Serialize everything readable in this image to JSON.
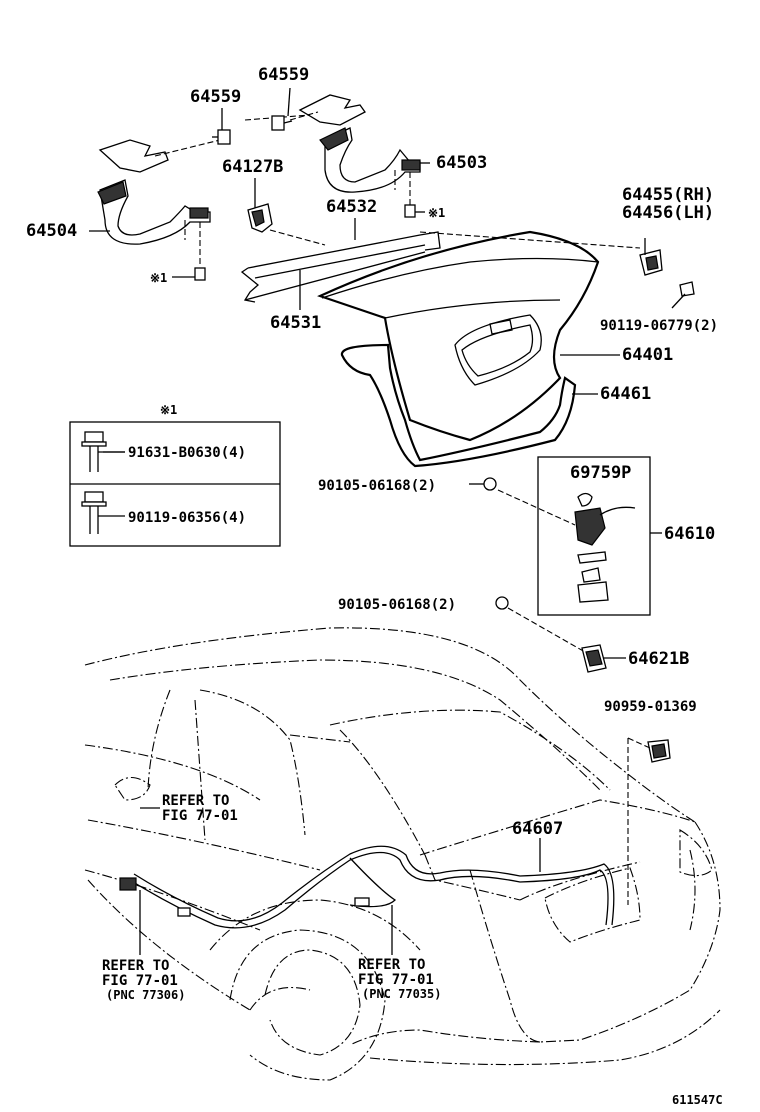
{
  "callouts": {
    "p64559a": "64559",
    "p64559b": "64559",
    "p64127b": "64127B",
    "p64503": "64503",
    "p64504": "64504",
    "p64532": "64532",
    "p64531": "64531",
    "p64455": "64455(RH)",
    "p64456": "64456(LH)",
    "p90119_06779": "90119-06779(2)",
    "p64401": "64401",
    "p64461": "64461",
    "p69759p": "69759P",
    "p90105_a": "90105-06168(2)",
    "p64610": "64610",
    "p90105_b": "90105-06168(2)",
    "p64621b": "64621B",
    "p90959": "90959-01369",
    "p64607": "64607",
    "ref_mark_a": "※1",
    "ref_mark_b": "※1"
  },
  "legend": {
    "header": "※1",
    "row1": "91631-B0630(4)",
    "row2": "90119-06356(4)"
  },
  "refs": {
    "door_line1": "REFER TO",
    "door_line2": "FIG 77-01",
    "left_line1": "REFER TO",
    "left_line2": "FIG 77-01",
    "left_line3": "(PNC 77306)",
    "right_line1": "REFER TO",
    "right_line2": "FIG 77-01",
    "right_line3": "(PNC 77035)"
  },
  "figure_code": "611547C"
}
